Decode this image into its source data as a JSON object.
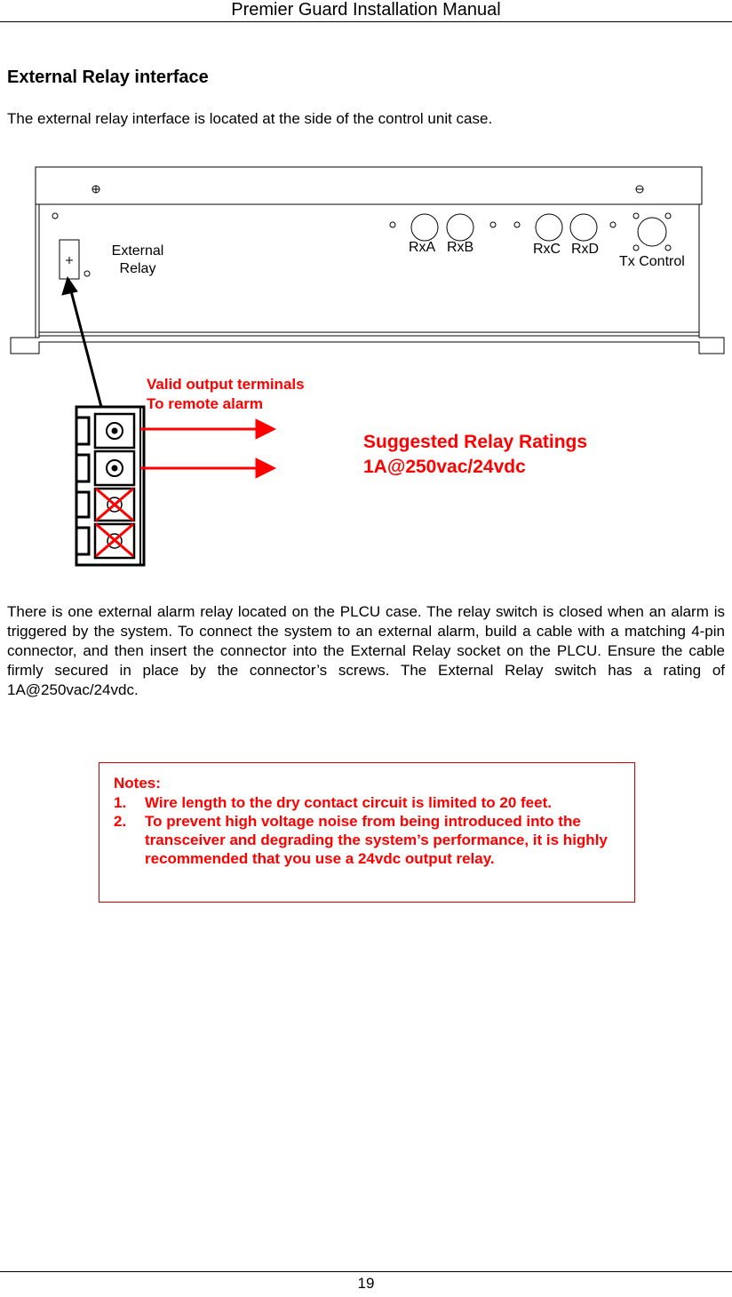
{
  "header": {
    "title": "Premier Guard Installation Manual"
  },
  "section": {
    "title": "External Relay interface",
    "intro": "The external relay interface is located at the side of the control unit case."
  },
  "figure": {
    "panel_labels": {
      "external_relay_line1": "External",
      "external_relay_line2": "Relay",
      "rxa": "RxA",
      "rxb": "RxB",
      "rxc": "RxC",
      "rxd": "RxD",
      "tx_control": "Tx Control"
    },
    "valid_output_line1": "Valid output terminals",
    "valid_output_line2": "To remote alarm",
    "ratings_line1": "Suggested Relay Ratings",
    "ratings_line2": "1A@250vac/24vdc",
    "accent_color": "#ff0000"
  },
  "body": {
    "paragraph": "There is one external alarm relay located on the PLCU case. The relay switch is closed when an alarm is triggered by the system. To connect the system to an external alarm, build a cable with a matching 4-pin connector, and then insert the connector into the External Relay socket on the PLCU. Ensure the cable firmly secured in place by the connector’s screws. The External Relay switch has a rating of 1A@250vac/24vdc."
  },
  "notes": {
    "title": "Notes:",
    "items": [
      {
        "num": "1.",
        "text": "Wire length to the dry contact circuit is limited to 20 feet."
      },
      {
        "num": "2.",
        "text": "To prevent high voltage noise from being introduced into the transceiver and degrading the system’s performance, it is highly recommended that you use a 24vdc output relay."
      }
    ]
  },
  "footer": {
    "page_number": "19"
  }
}
